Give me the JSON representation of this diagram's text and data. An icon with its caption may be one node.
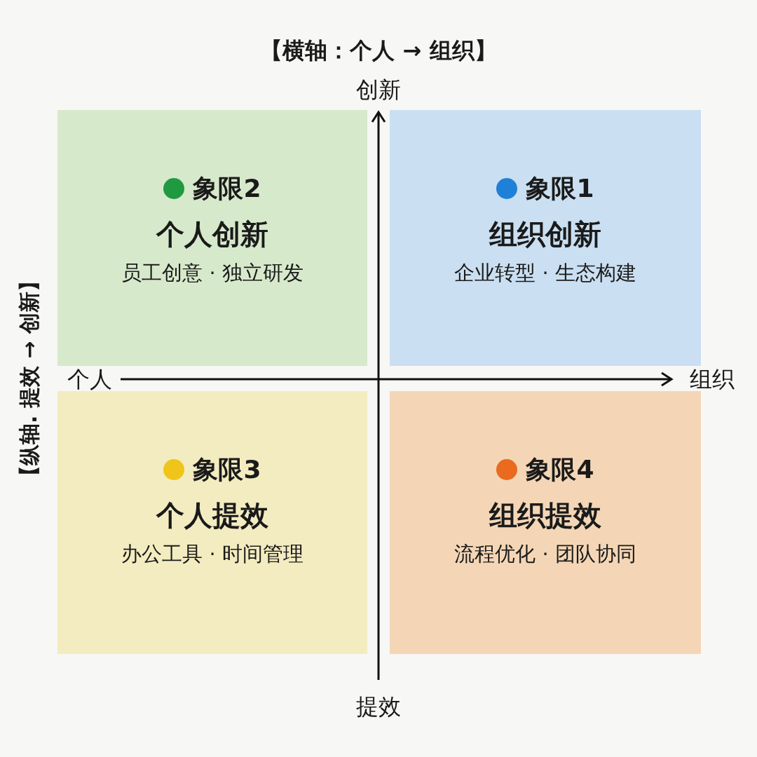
{
  "diagram": {
    "title": "【横轴：个人 → 组织】",
    "nodes": [
      {
        "text": [
          "象限2",
          "个人创新",
          "员工创意 · 独立研发"
        ]
      },
      {
        "text": [
          "象限1",
          "组织创新",
          "企业转型 · 生态构建"
        ]
      },
      {
        "text": [
          "象限3",
          "个人提效",
          "办公工具 · 时间管理"
        ]
      },
      {
        "text": [
          "象限4",
          "组织提效",
          "流程优化 · 团队协同"
        ]
      }
    ],
    "labels": [
      "创新",
      "个人",
      "组织",
      "提效",
      "【纵轴. 提效 → 创新】"
    ]
  }
}
